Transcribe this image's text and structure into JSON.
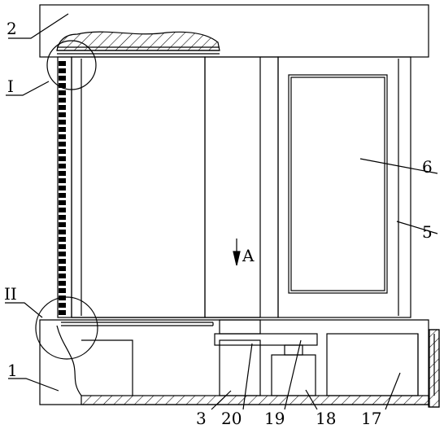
{
  "figure": {
    "labels": {
      "l1": "1",
      "l2": "2",
      "l3": "3",
      "l5": "5",
      "l6": "6",
      "l17": "17",
      "l18": "18",
      "l19": "19",
      "l20": "20",
      "detail_I": "I",
      "detail_II": "II",
      "view_A": "A"
    },
    "colors": {
      "stroke": "#000000",
      "background": "#ffffff"
    }
  }
}
